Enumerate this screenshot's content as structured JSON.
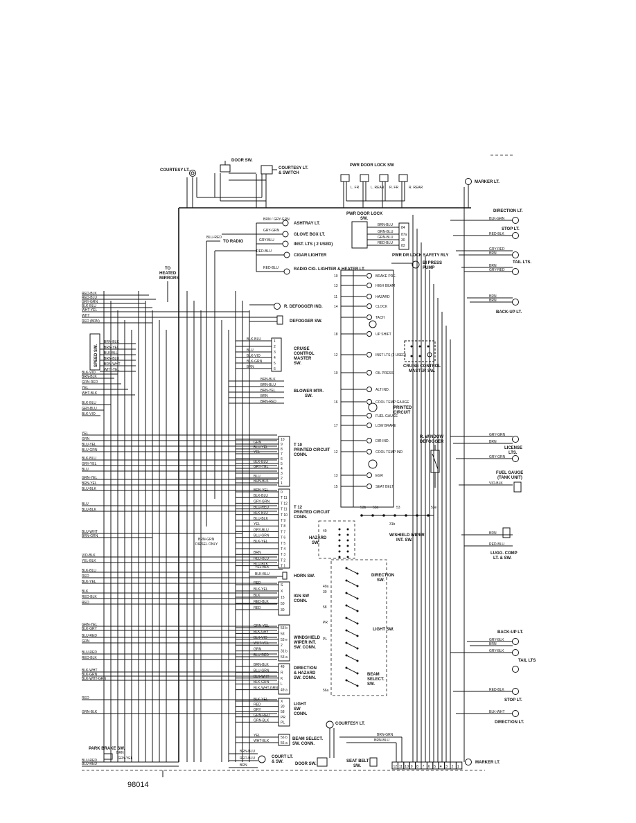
{
  "figure_number": "98014",
  "top_components": {
    "courtesy_lt": "COURTESY LT.",
    "door_sw": "DOOR SW.",
    "courtesy_lt_switch": [
      "COURTESY LT.",
      "& SWITCH"
    ],
    "pwr_door_lock_sw": "PWR DOOR LOCK SW",
    "door_positions": [
      "L. FR",
      "L. REAR",
      "R. FR",
      "R. REAR"
    ],
    "marker_lt": "MARKER LT."
  },
  "upper_left_components": [
    {
      "name": "ASHTRAY LT.",
      "wire": "BRN / GRY-GRN"
    },
    {
      "name": "GLOVE BOX LT.",
      "wire": "GRY-GRN"
    },
    {
      "name": "TO RADIO",
      "wire": "BLU-RED"
    },
    {
      "name": "INST. LTS ( 2 USED)",
      "wire": "GRY-BLU"
    },
    {
      "name": "CIGAR LIGHTER",
      "wire": "RED-BLU"
    },
    {
      "name": "RADIO CIG. LIGHTER & HEATER LT.",
      "wire": "RED-BLU"
    }
  ],
  "heated_mirrors": [
    "TO",
    "HEATED",
    "MIRRORS"
  ],
  "power_door_lock": [
    "PWR DOOR LOCK",
    "SW."
  ],
  "door_lock_wires": [
    {
      "wire": "BRN-BLU",
      "pin": "84"
    },
    {
      "wire": "GRN-BLU",
      "pin": "87a"
    },
    {
      "wire": "GRN-BLU",
      "pin": "30"
    },
    {
      "wire": "RED-BLU",
      "pin": "83"
    }
  ],
  "safety_rly": "PWR DR LOCK SAFETY RLY",
  "bi_press_pump": [
    "BI PRESS",
    "PUMP"
  ],
  "right_side": {
    "direction_lt": "DIRECTION LT.",
    "stop_lt": "STOP LT.",
    "tail_lts": "TAIL LTS.",
    "back_up_lt": "BACK-UP LT.",
    "license_lts": [
      "LICENSE",
      "LTS."
    ],
    "fuel_gauge": [
      "FUEL GAUGE",
      "(TANK UNIT)"
    ],
    "r_window_defogger": [
      "R. WINDOW",
      "DEFOGGER"
    ],
    "lugg_comp": [
      "LUGG. COMP",
      "LT. & SW."
    ],
    "back_up_lt_2": "BACK-UP LT.",
    "tail_lts_2": "TAIL LTS",
    "stop_lt_2": "STOP LT.",
    "direction_lt_2": "DIRECTION LT.",
    "marker_lt_2": "MARKER LT."
  },
  "cluster": {
    "indicators": [
      {
        "pin": "10",
        "label": "BRAKE PRE."
      },
      {
        "pin": "13",
        "label": "HIGH BEAM"
      },
      {
        "pin": "11",
        "label": "HAZARD"
      },
      {
        "pin": "14",
        "label": "CLOCK"
      },
      {
        "pin": "",
        "label": "TACH"
      },
      {
        "pin": "18",
        "label": "UP SHIFT"
      },
      {
        "pin": "12",
        "label": "INST LTS (2 USED)"
      },
      {
        "pin": "10",
        "label": "OIL PRESS"
      },
      {
        "pin": "",
        "label": "ALT IND."
      },
      {
        "pin": "16",
        "label": "COOL TEMP GAUGE"
      },
      {
        "pin": "",
        "label": "FUEL GAUGE"
      },
      {
        "pin": "17",
        "label": "LOW BRAKE"
      },
      {
        "pin": "",
        "label": "DIR IND."
      },
      {
        "pin": "12",
        "label": "COOL TEMP IND"
      },
      {
        "pin": "13",
        "label": "EGR"
      },
      {
        "pin": "15",
        "label": "SEAT BELT"
      }
    ],
    "printed_circuit": [
      "PRINTED",
      "CIRCUIT"
    ]
  },
  "cruise_control": [
    "CRUISE CONTROL",
    "MASTER SW."
  ],
  "defogger": {
    "r_defogger_ind": "R. DEFOGGER IND.",
    "defogger_sw": "DEFOGGER SW."
  },
  "left_buses": [
    "RED-BLK",
    "RED-BLU",
    "GRY-GRN",
    "BLK-BLU",
    "WHT-YEL",
    "WHT",
    "RED (BRN)",
    "BLK-VIO",
    "BRN-BLK",
    "GRN-RED",
    "YEL",
    "WHT-BLK",
    "BLK-BLU",
    "GRY-BLU",
    "BLK-VIO",
    "YEL",
    "GRN",
    "BLU-YEL",
    "BLU-GRN",
    "BLK-BLU",
    "GRY-YEL",
    "BLU",
    "GRN-YEL",
    "BRN-YEL",
    "BLU-BLK",
    "BLU",
    "BLU-BLK",
    "BLU-WHT",
    "BRN-GRN",
    "VIO-BLK",
    "YEL-BLK",
    "BLK-BLU",
    "RED",
    "BLK-YEL",
    "BLK",
    "RED-BLK",
    "RED",
    "GRN-YEL",
    "BLK-GRY",
    "BLU-RED",
    "GRN",
    "BLU-RED",
    "RED-BLK",
    "BLK-WHT",
    "BLK-GRN",
    "BLK-WHT-GRN",
    "RED",
    "GRN-BLK",
    "BLU-RED"
  ],
  "speed_switch": "SPEED SW.",
  "speed_switch_wires": [
    "BRN-BLK",
    "BRN-YEL",
    "BLK-BLU",
    "BRN-BLU",
    "BRN-WHT",
    "WHT-YEL"
  ],
  "cruise_wires": [
    {
      "wire": "BLK-BLU",
      "pin": "1"
    },
    {
      "wire": "",
      "pin": "2"
    },
    {
      "wire": "BLU",
      "pin": "3"
    },
    {
      "wire": "BLK-VIO",
      "pin": "4"
    },
    {
      "wire": "BLK-GRN",
      "pin": "5"
    },
    {
      "wire": "BRN",
      "pin": "6"
    }
  ],
  "cruise_control_master": [
    "CRUISE",
    "CONTROL",
    "MASTER",
    "SW."
  ],
  "blower": {
    "name": [
      "BLOWER MTR.",
      "SW."
    ],
    "wires": [
      "BRN-BLK",
      "BRN-BLU",
      "BRN-YEL",
      "BRN",
      "BRN-RED"
    ]
  },
  "conn_t10": {
    "name": [
      "T 10",
      "PRINTED CIRCUIT",
      "CONN."
    ],
    "wires": [
      {
        "wire": "",
        "pin": "10"
      },
      {
        "wire": "GRN",
        "pin": "9"
      },
      {
        "wire": "BLU-YEL",
        "pin": "8"
      },
      {
        "wire": "YEL",
        "pin": "7"
      },
      {
        "wire": "",
        "pin": "6"
      },
      {
        "wire": "BLK-BLU",
        "pin": "5"
      },
      {
        "wire": "GRY-YEL",
        "pin": "4"
      },
      {
        "wire": "",
        "pin": "3"
      },
      {
        "wire": "BLU",
        "pin": "2"
      },
      {
        "wire": "BRN-BLK",
        "pin": "1"
      }
    ]
  },
  "conn_t12": {
    "name": [
      "T 12",
      "PRINTED CIRCUIT",
      "CONN."
    ],
    "wires": [
      {
        "wire": "BRN-YEL",
        "pin": "0"
      },
      {
        "wire": "BLK-BLU",
        "pin": "T 11"
      },
      {
        "wire": "GRY-GRN",
        "pin": "T 12"
      },
      {
        "wire": "BLU-RED",
        "pin": "T 11"
      },
      {
        "wire": "BLK-BLU",
        "pin": "T 10"
      },
      {
        "wire": "BLU-BLK",
        "pin": "T 9"
      },
      {
        "wire": "YEL",
        "pin": "T 8"
      },
      {
        "wire": "GRY-BLU",
        "pin": "T 7"
      },
      {
        "wire": "BLU-GRN",
        "pin": "T 6"
      },
      {
        "wire": "BLK-YEL",
        "pin": "T 5"
      },
      {
        "wire": "",
        "pin": "T 4"
      },
      {
        "wire": "BRN",
        "pin": "T 3"
      },
      {
        "wire": "RED-BLU",
        "pin": "T 2"
      },
      {
        "wire": "BLU-BLK",
        "pin": "T 1"
      }
    ]
  },
  "diesel_only": [
    "BRN-GRN",
    "DIESEL ONLY"
  ],
  "horn_sw": "HORN SW.",
  "horn_wires": [
    "YEL-BLK",
    "BLK-BLU"
  ],
  "ign_sw_conn": {
    "name": [
      "IGN SW",
      "CONN."
    ],
    "wires": [
      {
        "wire": "RED",
        "pin": "S"
      },
      {
        "wire": "BLK-YEL",
        "pin": "X"
      },
      {
        "wire": "BLK",
        "pin": "15"
      },
      {
        "wire": "RED-BLK",
        "pin": "50"
      },
      {
        "wire": "RED",
        "pin": "30"
      }
    ]
  },
  "windshield_wiper_conn": {
    "name": [
      "WINDSHIELD",
      "WIPER INT.",
      "SW. CONN."
    ],
    "wires": [
      {
        "wire": "GRN-YEL",
        "pin": "53 b"
      },
      {
        "wire": "BLK-GRY",
        "pin": "53"
      },
      {
        "wire": "BLK-VIO",
        "pin": "53 e"
      },
      {
        "wire": "WHT-YEL",
        "pin": "2"
      },
      {
        "wire": "GRN",
        "pin": "31 b"
      },
      {
        "wire": "BLU-RED",
        "pin": "53 a"
      }
    ]
  },
  "direction_hazard_conn": {
    "name": [
      "DIRECTION",
      "& HAZARD",
      "SW. CONN."
    ],
    "wires": [
      {
        "wire": "BRN-BLK",
        "pin": "49"
      },
      {
        "wire": "BLU-GRN",
        "pin": "R"
      },
      {
        "wire": "BLK-WHT",
        "pin": "K"
      },
      {
        "wire": "BLK-GRN",
        "pin": "L"
      },
      {
        "wire": "BLK-WHT-GRN",
        "pin": "49 a"
      }
    ]
  },
  "light_sw_conn": {
    "name": [
      "LIGHT",
      "SW",
      "CONN."
    ],
    "wires": [
      {
        "wire": "BLK-YEL",
        "pin": "X"
      },
      {
        "wire": "RED",
        "pin": "30"
      },
      {
        "wire": "GRY",
        "pin": "58"
      },
      {
        "wire": "GRN-RED",
        "pin": "PR"
      },
      {
        "wire": "GRN-BLK",
        "pin": "PL"
      }
    ]
  },
  "beam_select_conn": {
    "name": [
      "BEAM SELECT.",
      "SW. CONN."
    ],
    "wires": [
      {
        "wire": "YEL",
        "pin": "56 b"
      },
      {
        "wire": "WHT-BLK",
        "pin": "56 a"
      }
    ]
  },
  "switch_group": {
    "wiper_pins": [
      "53b",
      "53a",
      "53",
      "53e",
      "31b"
    ],
    "wiper_name": [
      "W/SHIELD WIPER",
      "INT. SW."
    ],
    "hazard_pins": [
      "49",
      "49a",
      "30"
    ],
    "hazard_name": [
      "HAZARD",
      "SW."
    ],
    "direction_name": [
      "DIRECTION",
      "SW."
    ],
    "light_pins": [
      "58",
      "PR",
      "PL"
    ],
    "light_name": "LIGHT SW.",
    "beam_pins": [
      "56a"
    ],
    "beam_name": [
      "BEAM",
      "SELECT.",
      "SW."
    ]
  },
  "bottom": {
    "park_brake_sw": "PARK BRAKE SW.",
    "park_wire": "BRN",
    "park_wire2": "GRY-YEL",
    "blu_red": "BLU-RED",
    "court_lt": [
      "COURT LT.",
      "& SW."
    ],
    "court_wires": [
      "BRN-BLU",
      "RED-BLU",
      "BRN"
    ],
    "door_sw": "DOOR SW.",
    "courtesy_lt": "COURTESY LT.",
    "seat_belt_sw": [
      "SEAT BELT",
      "SW."
    ],
    "seat_wires": [
      "BRN-GRN",
      "BRN-BLU"
    ],
    "terminal_pins": [
      "12",
      "11",
      "10",
      "9",
      "8",
      "7",
      "6",
      "5",
      "4",
      "3",
      "2",
      "1"
    ]
  },
  "right_wires": [
    "BLK-GRN",
    "RED-BLK",
    "GRY-RED",
    "BRN",
    "BRN",
    "GRY-RED",
    "BRN",
    "BRN",
    "GRY-GRN",
    "BRN",
    "GRY-GRN",
    "VIO-BLK",
    "BRN",
    "RED-BLU",
    "GRY-BLK",
    "BRN",
    "GRY-BLK",
    "RED-BLK",
    "BLK-WHT"
  ]
}
